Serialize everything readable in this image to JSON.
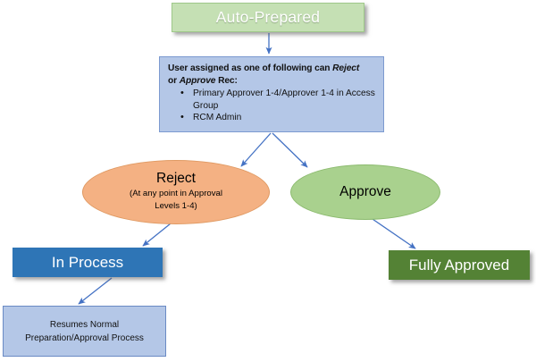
{
  "diagram": {
    "title_node": {
      "label": "Auto-Prepared",
      "shape": "rectangle",
      "color": "#C5E0B4"
    },
    "criteria_node": {
      "head_part1": "User assigned as one of following can ",
      "head_em1": "Reject",
      "head_part2": "or ",
      "head_em2": "Approve",
      "head_part3": " Rec:",
      "bullet_char": "•",
      "items": [
        "Primary Approver 1-4/Approver 1-4 in Access Group",
        "RCM Admin"
      ],
      "shape": "rectangle",
      "color": "#B4C7E7"
    },
    "reject_node": {
      "label": "Reject",
      "sub_line1": "(At any point in Approval",
      "sub_line2": "Levels 1-4)",
      "shape": "ellipse",
      "color": "#F4B183"
    },
    "approve_node": {
      "label": "Approve",
      "shape": "ellipse",
      "color": "#A9D18E"
    },
    "in_process_node": {
      "label": "In Process",
      "shape": "rectangle",
      "color": "#2E75B6"
    },
    "fully_approved_node": {
      "label": "Fully Approved",
      "shape": "rectangle",
      "color": "#548235"
    },
    "resumes_node": {
      "line1": "Resumes Normal",
      "line2": "Preparation/Approval Process",
      "shape": "rectangle",
      "color": "#B4C7E7"
    },
    "connectors": [
      {
        "name": "auto-prepared-to-criteria",
        "from": "Auto-Prepared",
        "to": "Criteria"
      },
      {
        "name": "criteria-to-reject",
        "from": "Criteria",
        "to": "Reject"
      },
      {
        "name": "criteria-to-approve",
        "from": "Criteria",
        "to": "Approve"
      },
      {
        "name": "reject-to-in-process",
        "from": "Reject",
        "to": "In Process"
      },
      {
        "name": "approve-to-fully-approved",
        "from": "Approve",
        "to": "Fully Approved"
      },
      {
        "name": "in-process-to-resumes",
        "from": "In Process",
        "to": "Resumes Normal Preparation/Approval Process"
      }
    ],
    "arrow_color": "#4472C4"
  }
}
